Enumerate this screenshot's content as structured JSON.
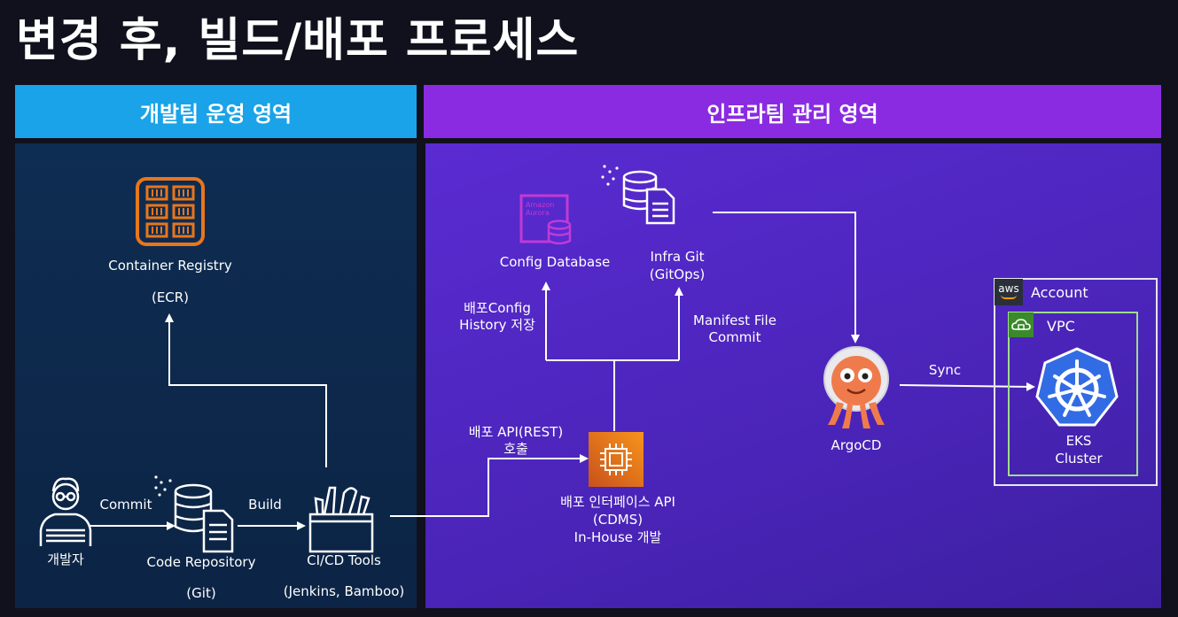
{
  "page_title": "변경 후, 빌드/배포 프로세스",
  "sections": {
    "dev": "개발팀 운영 영역",
    "infra": "인프라팀 관리 영역"
  },
  "nodes": {
    "container_registry": {
      "line1": "Container Registry",
      "line2": "(ECR)"
    },
    "developer": "개발자",
    "code_repo": {
      "line1": "Code Repository",
      "line2": "(Git)"
    },
    "cicd": {
      "line1": "CI/CD Tools",
      "line2": "(Jenkins, Bamboo)"
    },
    "config_db": "Config Database",
    "infra_git": {
      "line1": "Infra Git",
      "line2": "(GitOps)"
    },
    "deploy_api": {
      "line1": "배포 인터페이스 API",
      "line2": "(CDMS)",
      "line3": "In-House 개발"
    },
    "argocd": "ArgoCD",
    "account": "Account",
    "vpc": "VPC",
    "eks": {
      "line1": "EKS",
      "line2": "Cluster"
    },
    "aurora_text": {
      "line1": "Amazon",
      "line2": "Aurora"
    },
    "aws_text": "aws"
  },
  "edge_labels": {
    "commit": "Commit",
    "build": "Build",
    "api_call": {
      "line1": "배포 API(REST)",
      "line2": "호출"
    },
    "config_history": {
      "line1": "배포Config",
      "line2": "History 저장"
    },
    "manifest": {
      "line1": "Manifest File",
      "line2": "Commit"
    },
    "sync": "Sync"
  },
  "colors": {
    "dev_header": "#1aa3e8",
    "infra_header": "#8a2be2",
    "ecr_orange": "#e8761c",
    "aurora_magenta": "#c13ad6",
    "k8s_blue": "#326ce5"
  }
}
